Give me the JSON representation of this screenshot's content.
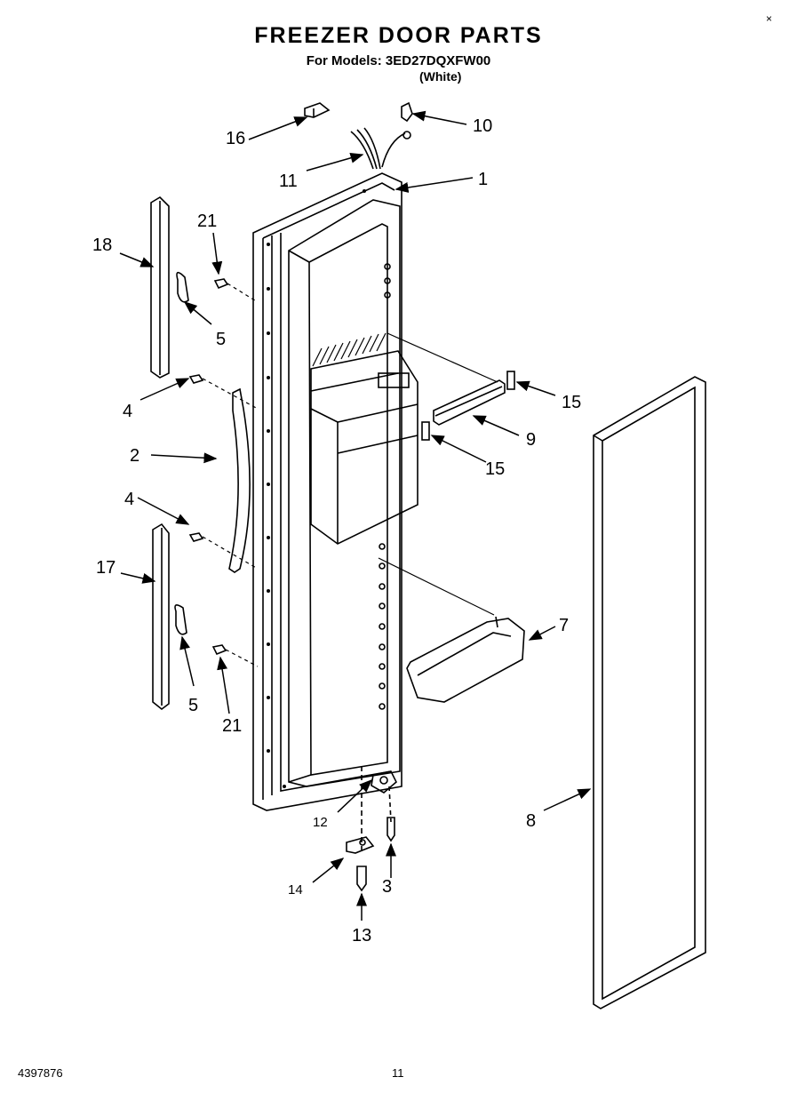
{
  "header": {
    "title": "FREEZER DOOR PARTS",
    "subtitle": "For Models: 3ED27DQXFW00",
    "variant": "(White)"
  },
  "corner_mark": "×",
  "footer": {
    "code": "4397876",
    "page": "11"
  },
  "callouts": {
    "c1": "1",
    "c2": "2",
    "c3": "3",
    "c4a": "4",
    "c4b": "4",
    "c5a": "5",
    "c5b": "5",
    "c7": "7",
    "c8": "8",
    "c9": "9",
    "c10": "10",
    "c11": "11",
    "c12": "12",
    "c13": "13",
    "c14": "14",
    "c15a": "15",
    "c15b": "15",
    "c16": "16",
    "c17": "17",
    "c18": "18",
    "c21a": "21",
    "c21b": "21"
  }
}
